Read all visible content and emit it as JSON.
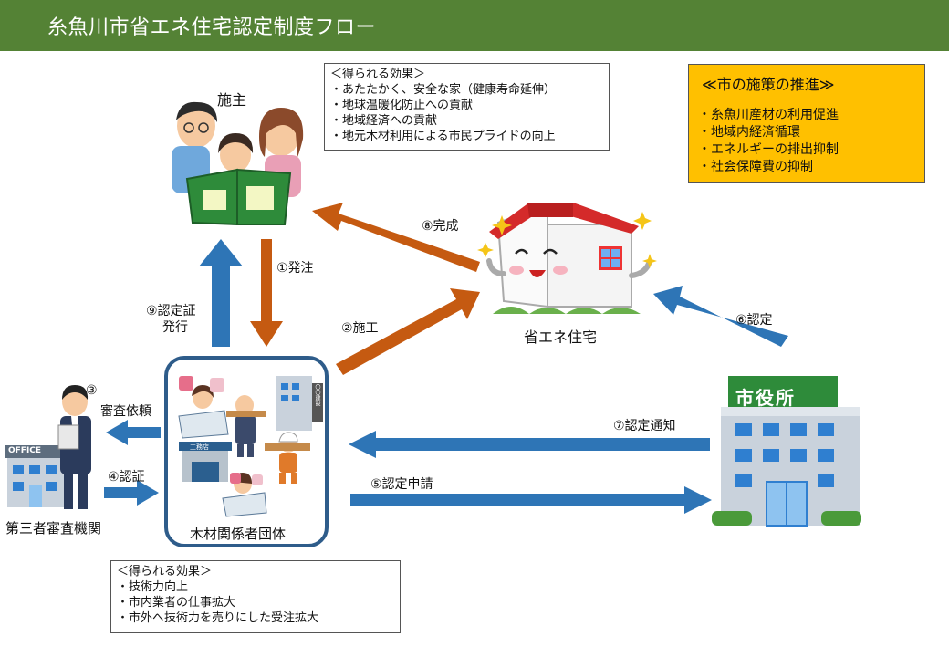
{
  "header": {
    "title": "糸魚川市省エネ住宅認定制度フロー"
  },
  "owner": {
    "label": "施主"
  },
  "house": {
    "label": "省エネ住宅"
  },
  "group": {
    "label": "木材関係者団体",
    "sign_text": "工務店",
    "plate_text": "〇〇建設"
  },
  "inspector": {
    "label": "第三者審査機関",
    "sign_text": "OFFICE"
  },
  "cityhall": {
    "sign_text": "市役所"
  },
  "effects_top": {
    "title": "＜得られる効果＞",
    "items": [
      "・あたたかく、安全な家（健康寿命延伸）",
      "・地球温暖化防止への貢献",
      "・地域経済への貢献",
      "・地元木材利用による市民プライドの向上"
    ]
  },
  "effects_bottom": {
    "title": "＜得られる効果＞",
    "items": [
      "・技術力向上",
      "・市内業者の仕事拡大",
      "・市外へ技術力を売りにした受注拡大"
    ]
  },
  "policy": {
    "title": "≪市の施策の推進≫",
    "items": [
      "・糸魚川産材の利用促進",
      "・地域内経済循環",
      "・エネルギーの排出抑制",
      "・社会保障費の抑制"
    ]
  },
  "steps": {
    "s1": "①発注",
    "s2": "②施工",
    "s3_num": "③",
    "s3_text": "審査依頼",
    "s4": "④認証",
    "s5": "⑤認定申請",
    "s6": "⑥認定",
    "s7": "⑦認定通知",
    "s8": "⑧完成",
    "s9_line1": "⑨認定証",
    "s9_line2": "発行"
  },
  "colors": {
    "header_green": "#548235",
    "arrow_blue": "#2e75b6",
    "arrow_orange": "#c55a11",
    "policy_yellow": "#ffc000",
    "frame_blue": "#2e5c8a"
  }
}
